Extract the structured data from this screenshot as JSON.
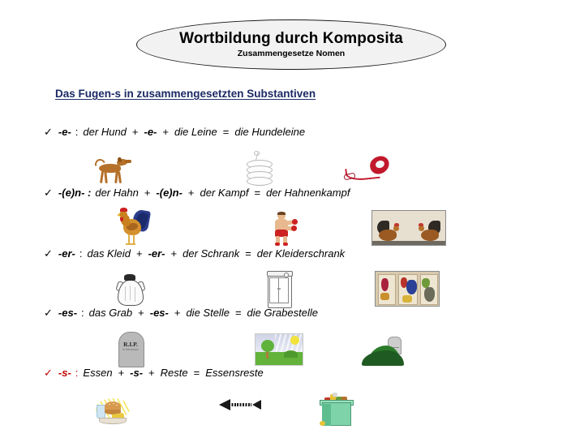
{
  "title": {
    "main": "Wortbildung durch Komposita",
    "subtitle": "Zusammengesetze Nomen"
  },
  "section_heading": "Das Fugen-s in zusammengesetzten Substantiven",
  "bullet_char": "✓",
  "colors": {
    "heading": "#1b2a64",
    "accent_red": "#c00000",
    "text": "#000000",
    "oval_fill": "#f2f2f2"
  },
  "rows": [
    {
      "id": "row-e",
      "marker_color": "black",
      "affix_label": "-e-",
      "colon": ":",
      "word1": "der Hund",
      "plus1": "+",
      "affix_mid": "-e-",
      "plus2": "+",
      "word2": "die Leine",
      "equals": "=",
      "result": "die Hundeleine",
      "images": [
        {
          "name": "dog-clipart",
          "label": "Hund"
        },
        {
          "name": "rope-coil-clipart",
          "label": "Leine"
        },
        {
          "name": "dog-leash-clipart",
          "label": "Hundeleine"
        }
      ]
    },
    {
      "id": "row-en",
      "marker_color": "black",
      "affix_label": "-(e)n- :",
      "colon": "",
      "word1": "der Hahn",
      "plus1": "+",
      "affix_mid": "-(e)n-",
      "plus2": "+",
      "word2": "der Kampf",
      "equals": "=",
      "result": "der Hahnenkampf",
      "images": [
        {
          "name": "rooster-clipart",
          "label": "Hahn"
        },
        {
          "name": "boxer-clipart",
          "label": "Kampf"
        },
        {
          "name": "cockfight-photo",
          "label": "Hahnenkampf"
        }
      ]
    },
    {
      "id": "row-er",
      "marker_color": "black",
      "affix_label": "-er-",
      "colon": ":",
      "word1": "das Kleid",
      "plus1": "+",
      "affix_mid": "-er-",
      "plus2": "+",
      "word2": "der Schrank",
      "equals": "=",
      "result": "der Kleiderschrank",
      "images": [
        {
          "name": "dress-clipart",
          "label": "Kleid"
        },
        {
          "name": "wardrobe-clipart",
          "label": "Schrank"
        },
        {
          "name": "closet-clothes-photo",
          "label": "Kleiderschrank"
        }
      ]
    },
    {
      "id": "row-es",
      "marker_color": "black",
      "affix_label": "-es-",
      "colon": ":",
      "word1": "das Grab",
      "plus1": "+",
      "affix_mid": "-es-",
      "plus2": "+",
      "word2": "die Stelle",
      "equals": "=",
      "result": "die Grabestelle",
      "images": [
        {
          "name": "gravestone-clipart",
          "label": "Grab"
        },
        {
          "name": "meadow-scene-clipart",
          "label": "Stelle"
        },
        {
          "name": "grave-mound-clipart",
          "label": "Grabestelle"
        }
      ]
    },
    {
      "id": "row-s",
      "marker_color": "red",
      "affix_label": "-s-",
      "colon": ":",
      "word1": "Essen",
      "plus1": "+",
      "affix_mid": "-s-",
      "plus2": "+",
      "word2": "Reste",
      "equals": "=",
      "result": "Essensreste",
      "images": [
        {
          "name": "food-clipart",
          "label": "Essen"
        },
        {
          "name": "arrow-clipart",
          "label": "Pfeil"
        },
        {
          "name": "trash-bin-clipart",
          "label": "Reste"
        }
      ]
    }
  ]
}
